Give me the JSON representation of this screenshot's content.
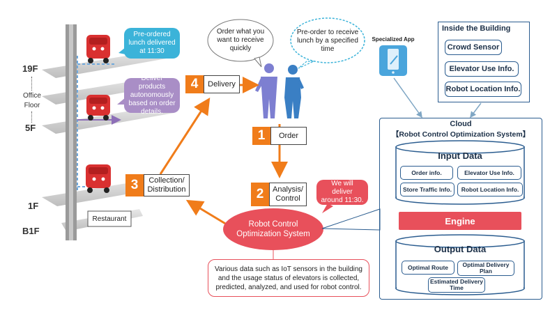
{
  "building": {
    "floors": [
      "19F",
      "5F",
      "1F",
      "B1F"
    ],
    "office_floor": "Office Floor",
    "restaurant": "Restaurant"
  },
  "bubbles": {
    "preordered": "Pre-ordered lunch delivered at 11:30",
    "autonomous": "Deliver products autonomously based on order details.",
    "will_deliver": "We will deliver around 11:30."
  },
  "steps": [
    {
      "number": "1",
      "label": "Order"
    },
    {
      "number": "2",
      "label": "Analysis/ Control"
    },
    {
      "number": "3",
      "label": "Collection/ Distribution"
    },
    {
      "number": "4",
      "label": "Delivery"
    }
  ],
  "speech": {
    "left": "Order what you want to receive quickly",
    "right": "Pre-order to receive lunch by a specified time"
  },
  "core": {
    "title": "Robot Control Optimization System",
    "description": "Various data such as IoT sensors in the building and the usage status of elevators is collected, predicted, analyzed, and used for robot control."
  },
  "app": {
    "label": "Specialized App"
  },
  "inside": {
    "title": "Inside the Building",
    "items": [
      "Crowd Sensor",
      "Elevator Use Info.",
      "Robot Location Info."
    ]
  },
  "cloud": {
    "title": "Cloud",
    "subtitle": "【Robot Control Optimization System】",
    "input_title": "Input Data",
    "input_items": [
      "Order info.",
      "Elevator Use Info.",
      "Store Traffic Info.",
      "Robot Location Info."
    ],
    "engine": "Engine",
    "output_title": "Output Data",
    "output_items": [
      "Optimal Route",
      "Optimal Delivery Plan",
      "Estimated Delivery Time"
    ]
  },
  "colors": {
    "orange": "#f07c1a",
    "blue_bubble": "#3bb3d9",
    "purple_bubble": "#a98ec6",
    "red": "#e8505b",
    "navy": "#2a5c8f"
  }
}
